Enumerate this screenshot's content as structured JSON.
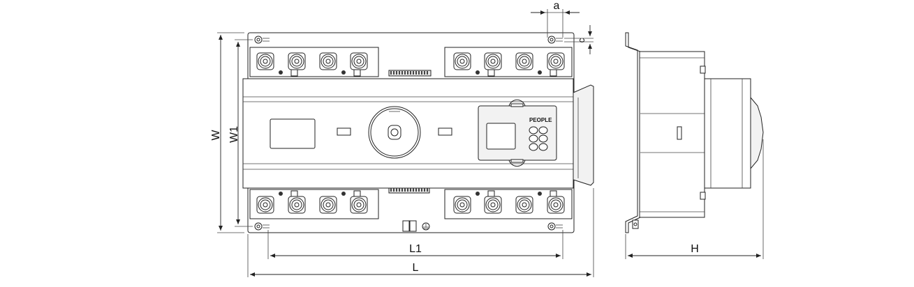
{
  "labels": {
    "a": "a",
    "c": "c",
    "w": "W",
    "w1": "W1",
    "l1": "L1",
    "l": "L",
    "h": "H"
  },
  "brand": "PEOPLE"
}
